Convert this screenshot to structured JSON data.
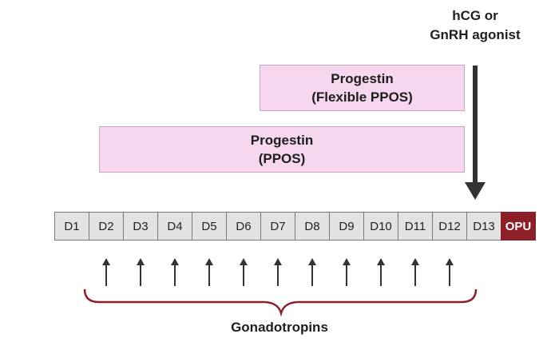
{
  "trigger": {
    "line1": "hCG or",
    "line2": "GnRH agonist"
  },
  "bars": {
    "flexible": {
      "line1": "Progestin",
      "line2": "(Flexible PPOS)"
    },
    "ppos": {
      "line1": "Progestin",
      "line2": "(PPOS)"
    }
  },
  "timeline": {
    "days": [
      "D1",
      "D2",
      "D3",
      "D4",
      "D5",
      "D6",
      "D7",
      "D8",
      "D9",
      "D10",
      "D11",
      "D12",
      "D13"
    ],
    "retrieval": "OPU"
  },
  "gonadotropins": {
    "label": "Gonadotropins",
    "arrow_days": [
      "D2",
      "D3",
      "D4",
      "D5",
      "D6",
      "D7",
      "D8",
      "D9",
      "D10",
      "D11",
      "D12"
    ]
  },
  "colors": {
    "progestin_fill": "#f6d7ef",
    "day_fill": "#e2e2e2",
    "opu_fill": "#8c1f28",
    "brace": "#8c1f28"
  }
}
